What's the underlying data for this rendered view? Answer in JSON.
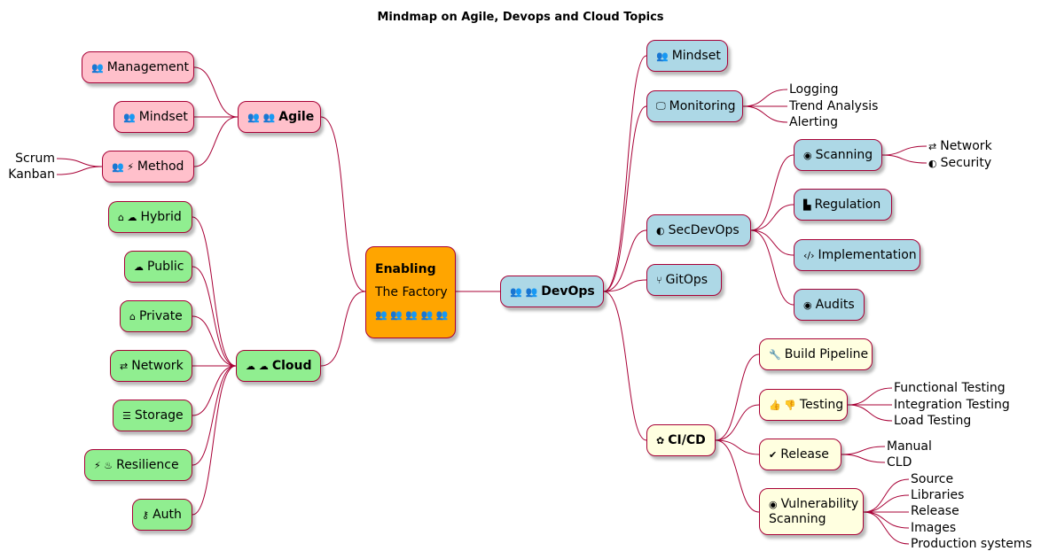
{
  "title": "Mindmap on Agile, Devops and Cloud Topics",
  "root": {
    "line1": "Enabling",
    "line2": "The Factory",
    "icons": "👥 👥 👥 👥 👥"
  },
  "agile": {
    "label": "Agile",
    "icons": "👥 👥",
    "children": {
      "management": {
        "label": "Management",
        "icon": "👥"
      },
      "mindset": {
        "label": "Mindset",
        "icon": "👥"
      },
      "method": {
        "label": "Method",
        "icon": "👥 ⚡"
      }
    },
    "method_leaves": [
      "Scrum",
      "Kanban"
    ]
  },
  "cloud": {
    "label": "Cloud",
    "icons": "☁ ☁",
    "children": {
      "hybrid": {
        "label": "Hybrid",
        "icon": "⌂ ☁"
      },
      "public": {
        "label": "Public",
        "icon": "☁"
      },
      "private": {
        "label": "Private",
        "icon": "⌂"
      },
      "network": {
        "label": "Network",
        "icon": "⇄"
      },
      "storage": {
        "label": "Storage",
        "icon": "☰"
      },
      "resilience": {
        "label": "Resilience",
        "icon": "⚡ ♨"
      },
      "auth": {
        "label": "Auth",
        "icon": "⚷"
      }
    }
  },
  "devops": {
    "label": "DevOps",
    "icons": "👥 👥",
    "mindset": {
      "label": "Mindset",
      "icon": "👥"
    },
    "monitoring": {
      "label": "Monitoring",
      "icon": "🖵",
      "leaves": [
        "Logging",
        "Trend Analysis",
        "Alerting"
      ]
    },
    "secdevops": {
      "label": "SecDevOps",
      "icon": "◐",
      "scanning": {
        "label": "Scanning",
        "icon": "◉",
        "leaves": [
          {
            "icon": "⇄",
            "label": "Network"
          },
          {
            "icon": "◐",
            "label": "Security"
          }
        ]
      },
      "regulation": {
        "label": "Regulation",
        "icon": "▙"
      },
      "implementation": {
        "label": "Implementation",
        "icon": "‹/›"
      },
      "audits": {
        "label": "Audits",
        "icon": "◉"
      }
    },
    "gitops": {
      "label": "GitOps",
      "icon": "⑂"
    },
    "cicd": {
      "label": "CI/CD",
      "icon": "✿",
      "build": {
        "label": "Build Pipeline",
        "icon": "🔧"
      },
      "testing": {
        "label": "Testing",
        "icon": "👍 👎",
        "leaves": [
          "Functional Testing",
          "Integration Testing",
          "Load Testing"
        ]
      },
      "release": {
        "label": "Release",
        "icon": "✔",
        "leaves": [
          "Manual",
          "CLD"
        ]
      },
      "vuln": {
        "label1": "Vulnerability",
        "label2": "Scanning",
        "icon": "◉",
        "leaves": [
          "Source",
          "Libraries",
          "Release",
          "Images",
          "Production systems"
        ]
      }
    }
  },
  "colors": {
    "edge": "#a80036",
    "agile_fill": "#ffc0cb",
    "cloud_fill": "#90ee90",
    "devops_fill": "#add8e6",
    "cicd_fill": "#ffffe0",
    "root_fill": "#ffa500"
  }
}
